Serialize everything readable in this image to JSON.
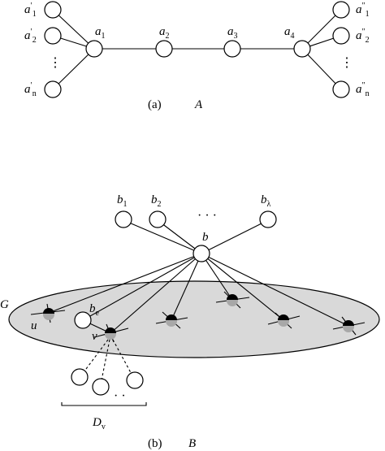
{
  "figure_a": {
    "caption_label": "(a)",
    "caption_letter": "A",
    "left_leaves": [
      {
        "base": "a",
        "prime": "′",
        "sub": "1"
      },
      {
        "base": "a",
        "prime": "′",
        "sub": "2"
      },
      {
        "base": "a",
        "prime": "′",
        "sub": "n"
      }
    ],
    "right_leaves": [
      {
        "base": "a",
        "prime": "″",
        "sub": "1"
      },
      {
        "base": "a",
        "prime": "″",
        "sub": "2"
      },
      {
        "base": "a",
        "prime": "″",
        "sub": "n"
      }
    ],
    "path_nodes": [
      {
        "base": "a",
        "sub": "1"
      },
      {
        "base": "a",
        "sub": "2"
      },
      {
        "base": "a",
        "sub": "3"
      },
      {
        "base": "a",
        "sub": "4"
      }
    ],
    "ellipsis": "⋮"
  },
  "figure_b": {
    "caption_label": "(b)",
    "caption_letter": "B",
    "top_nodes": [
      {
        "base": "b",
        "sub": "1"
      },
      {
        "base": "b",
        "sub": "2"
      },
      {
        "base": "b",
        "sub": "λ"
      }
    ],
    "top_ellipsis": "· · ·",
    "hub": "b",
    "region_label": "G",
    "be": {
      "base": "b",
      "sub": "e"
    },
    "u": "u",
    "v": "v",
    "bottom_ellipsis": "· ·",
    "dv": {
      "base": "D",
      "sub": "v"
    },
    "colors": {
      "region_fill": "#d9d9d9",
      "half_node": "#000000",
      "half_node_shadow": "#a8a8a8"
    }
  }
}
